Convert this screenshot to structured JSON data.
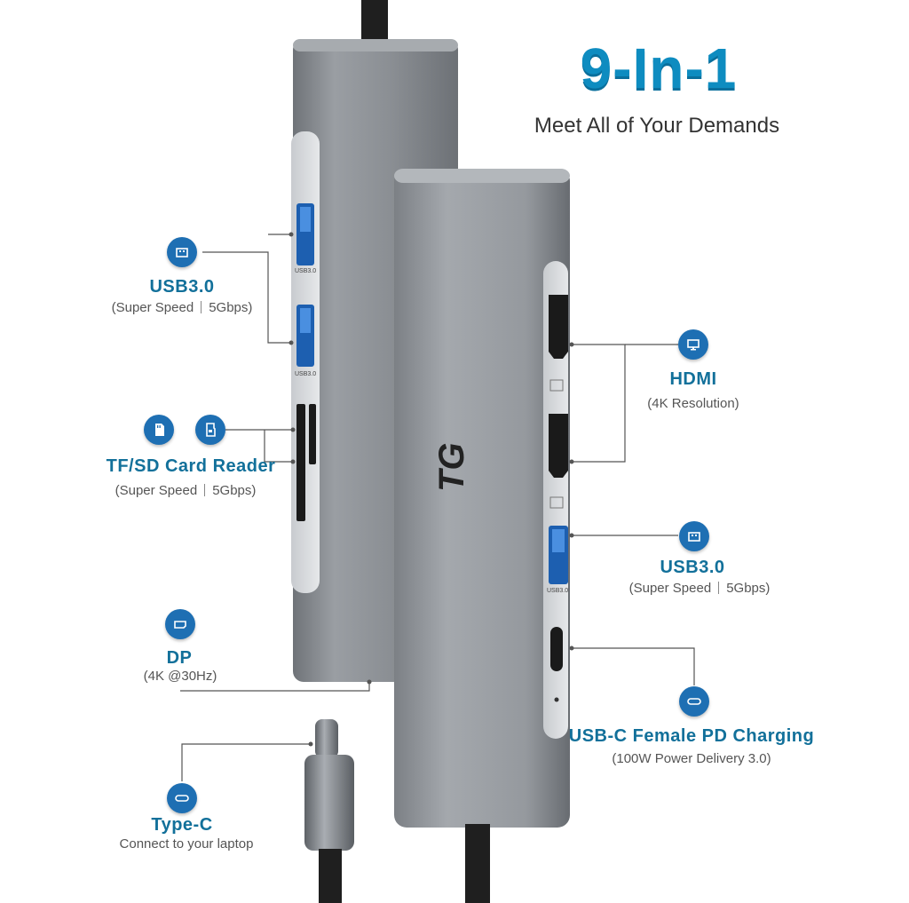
{
  "header": {
    "title": "9-In-1",
    "subtitle": "Meet All of Your Demands"
  },
  "left": {
    "usb": {
      "label": "USB3.0",
      "detail_a": "(Super Speed",
      "detail_b": "5Gbps)",
      "icon": "usb-a-icon"
    },
    "card": {
      "label": "TF/SD Card Reader",
      "detail_a": "(Super Speed",
      "detail_b": "5Gbps)",
      "icons": [
        "sd-card-icon",
        "tf-card-icon"
      ]
    },
    "dp": {
      "label": "DP",
      "detail": "(4K @30Hz)",
      "icon": "displayport-icon"
    },
    "typec": {
      "label": "Type-C",
      "detail": "Connect to your laptop",
      "icon": "usb-c-icon"
    }
  },
  "right": {
    "hdmi": {
      "label": "HDMI",
      "detail": "(4K Resolution)",
      "icon": "monitor-icon"
    },
    "usb": {
      "label": "USB3.0",
      "detail_a": "(Super Speed",
      "detail_b": "5Gbps)",
      "icon": "usb-a-icon"
    },
    "pd": {
      "label": "USB-C Female PD Charging",
      "detail": "(100W Power Delivery 3.0)",
      "icon": "usb-c-icon"
    }
  },
  "device": {
    "port_labels": {
      "usb1": "USB3.0",
      "usb2": "USB3.0",
      "usb3": "USB3.0"
    },
    "logo": "TG"
  },
  "colors": {
    "accent": "#12709a",
    "title": "#0e8cc0",
    "icon_bg": "#1e6fb3",
    "body": "#8e9196"
  }
}
